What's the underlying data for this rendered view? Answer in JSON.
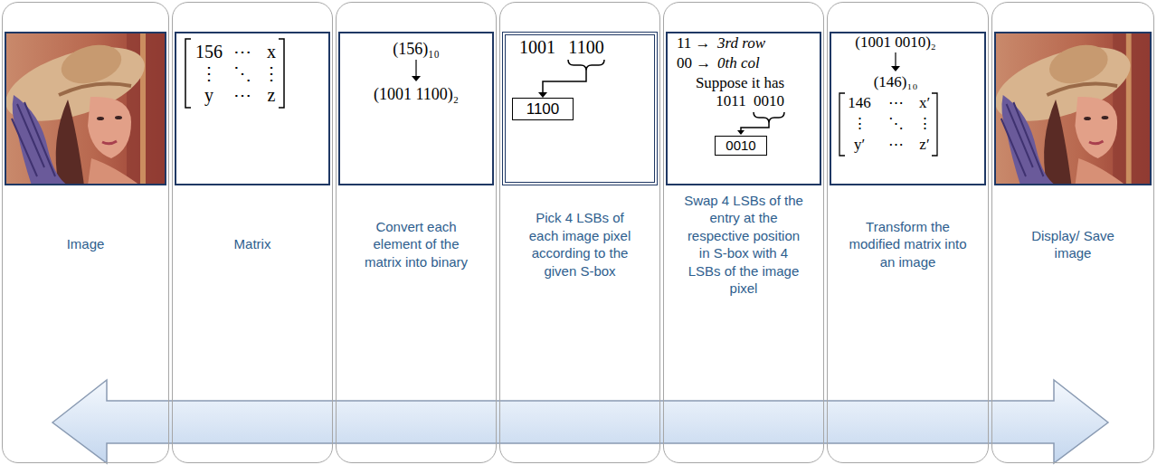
{
  "diagram": {
    "nodes": [
      {
        "text": [
          "Image"
        ]
      },
      {
        "text": [
          "Matrix"
        ]
      },
      {
        "text": [
          "156",
          "⋯",
          "x",
          "⋮",
          "⋱",
          "⋮",
          "y",
          "⋯",
          "z"
        ],
        "in": 1
      },
      {
        "text": [
          "Convert each element of the matrix into binary"
        ]
      },
      {
        "text": [
          "(156)₁₀",
          "(1001 1100)₂"
        ],
        "in": 3
      },
      {
        "text": [
          "Pick 4 LSBs of each image pixel according to the given S-box"
        ]
      },
      {
        "text": [
          "1001",
          "1100"
        ],
        "in": 5
      },
      {
        "text": [
          "1100"
        ],
        "in": 6
      },
      {
        "text": [
          "Swap 4 LSBs of the entry at the respective position in S-box with 4 LSBs of the image pixel"
        ]
      },
      {
        "text": [
          "11 →",
          "3rd row",
          "00 →",
          "0th col",
          "Suppose it has",
          "1011",
          "0010"
        ],
        "in": 8
      },
      {
        "text": [
          "0010"
        ],
        "in": 9
      },
      {
        "text": [
          "Transform the modified matrix into an image"
        ]
      },
      {
        "text": [
          "(1001 0010)₂",
          "(146)₁₀",
          "146",
          "⋯",
          "x′",
          "⋮",
          "⋱",
          "⋮",
          "y′",
          "⋯",
          "z′"
        ],
        "in": 11
      },
      {
        "text": [
          "Display/ Save image"
        ]
      }
    ]
  }
}
